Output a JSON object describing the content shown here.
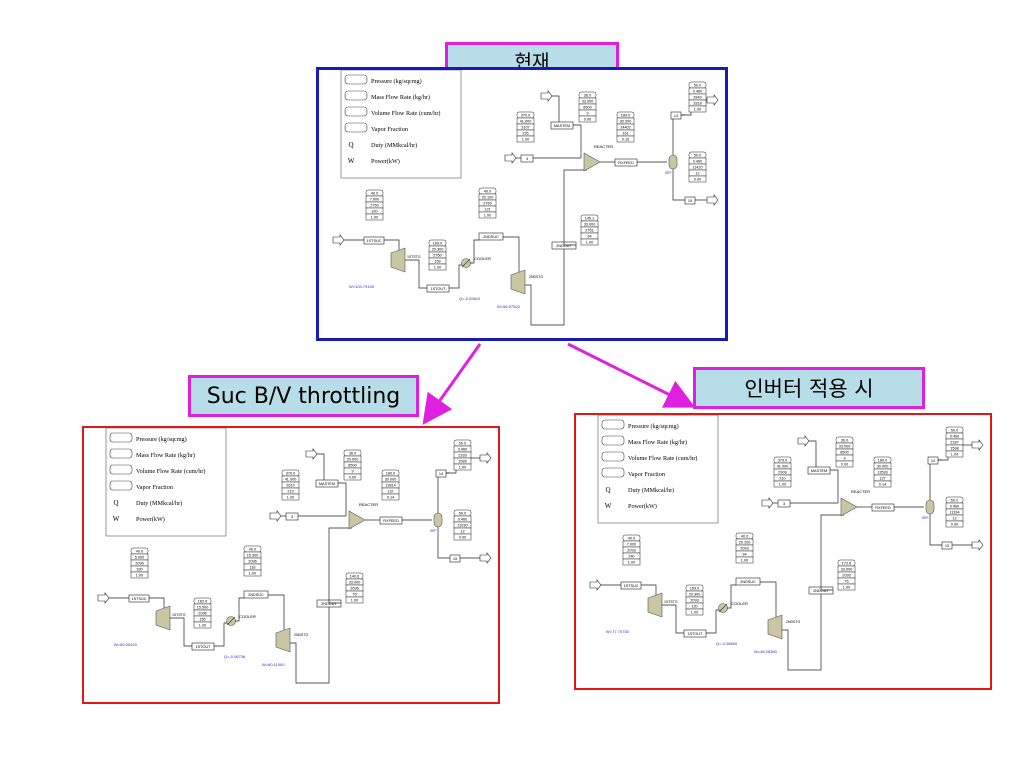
{
  "slide": {
    "labels": {
      "top": "현재",
      "left": "Suc B/V throttling",
      "right": "인버터 적용 시"
    },
    "colors": {
      "label_fill": "#b7dde8",
      "label_border": "#e020e0",
      "arrow": "#e020e0",
      "top_frame": "#1a1ab8",
      "bottom_frame": "#e01818"
    }
  },
  "legend": {
    "rows": [
      {
        "icon": "hexagon-icon",
        "text": "Pressure (kg/sqcmg)"
      },
      {
        "icon": "chevron-icon",
        "text": "Mass Flow Rate (kg/hr)"
      },
      {
        "icon": "trapezoid-icon",
        "text": "Volume Flow Rate (cum/hr)"
      },
      {
        "icon": "parallelogram-icon",
        "text": "Vapor Fraction"
      },
      {
        "icon": "Q",
        "text": "Duty (MMkcal/hr)"
      },
      {
        "icon": "W",
        "text": "Power(kW)"
      }
    ]
  },
  "blocks": {
    "sub1": "1STSUC",
    "out1": "1STOUT",
    "stg1": "1STSTG",
    "cooler": "COOLER",
    "suc2": "2NDSUC",
    "stg2": "2NDSTG",
    "out2": "2NDOUT",
    "src3": "3",
    "maste": "MASTEM",
    "reacter": "REACTER",
    "rxfeed": "RXFEED",
    "s14": "14",
    "s15": "15",
    "sep": "SEP"
  },
  "diagrams": {
    "top": {
      "suc": [
        "40.0",
        "7.000",
        "2760",
        "320",
        "1.00"
      ],
      "out1": [
        "169.0",
        "20.300",
        "2760",
        "159",
        "1.00"
      ],
      "suc2": [
        "40.0",
        "20.100",
        "2760",
        "121",
        "1.00"
      ],
      "out2": [
        "145.1",
        "33.000",
        "2761",
        "94",
        "1.00"
      ],
      "s3": [
        "370.0",
        "41.000",
        "3107",
        "226",
        "1.00"
      ],
      "maste": [
        "36.0",
        "33.000",
        "8500",
        "9",
        "0.00"
      ],
      "rx": [
        "180.0",
        "30.000",
        "14402",
        "161",
        "0.16"
      ],
      "v14": [
        "50.0",
        "0.460",
        "2840",
        "3318",
        "1.00"
      ],
      "v15": [
        "50.0",
        "0.460",
        "11420",
        "12",
        "0.00"
      ],
      "w1": "W=103.79100",
      "q": "Q=-0.09610",
      "w2": "W=56.97520"
    },
    "left": {
      "suc": [
        "40.0",
        "5.000",
        "2096",
        "320",
        "1.00"
      ],
      "out1": [
        "162.0",
        "15.500",
        "2096",
        "155",
        "1.00"
      ],
      "suc2": [
        "40.0",
        "15.300",
        "2096",
        "118",
        "1.00"
      ],
      "out2": [
        "140.6",
        "33.000",
        "2096",
        "76",
        "1.00"
      ],
      "s3": [
        "370.0",
        "41.000",
        "2610",
        "213",
        "1.00"
      ],
      "maste": [
        "36.0",
        "20.000",
        "8500",
        "9",
        "0.00"
      ],
      "rx": [
        "180.0",
        "30.000",
        "13814",
        "137",
        "0.14"
      ],
      "v14": [
        "50.0",
        "0.460",
        "2333",
        "1589",
        "1.00"
      ],
      "v15": [
        "50.0",
        "0.460",
        "11030",
        "12",
        "0.00"
      ],
      "w1": "W=60.00420",
      "q": "Q=-0.06736",
      "w2": "W=60.11000"
    },
    "right": {
      "suc": [
        "40.0",
        "7.000",
        "2093",
        "240",
        "1.00"
      ],
      "out1": [
        "169.0",
        "20.300",
        "2093",
        "120",
        "1.00"
      ],
      "suc2": [
        "40.0",
        "20.100",
        "2093",
        "94",
        "1.00"
      ],
      "out2": [
        "172.6",
        "33.000",
        "2093",
        "76",
        "1.00"
      ],
      "s3": [
        "370.0",
        "41.000",
        "2909",
        "210",
        "1.00"
      ],
      "maste": [
        "36.0",
        "33.000",
        "8500",
        "9",
        "0.00"
      ],
      "rx": [
        "180.0",
        "30.000",
        "13533",
        "127",
        "0.14"
      ],
      "v14": [
        "50.0",
        "0.460",
        "2187",
        "1598",
        "1.00"
      ],
      "v15": [
        "50.0",
        "0.460",
        "11334",
        "12",
        "0.00"
      ],
      "w1": "W=77.70730",
      "q": "Q=-0.08600",
      "w2": "W=46.06380"
    }
  }
}
